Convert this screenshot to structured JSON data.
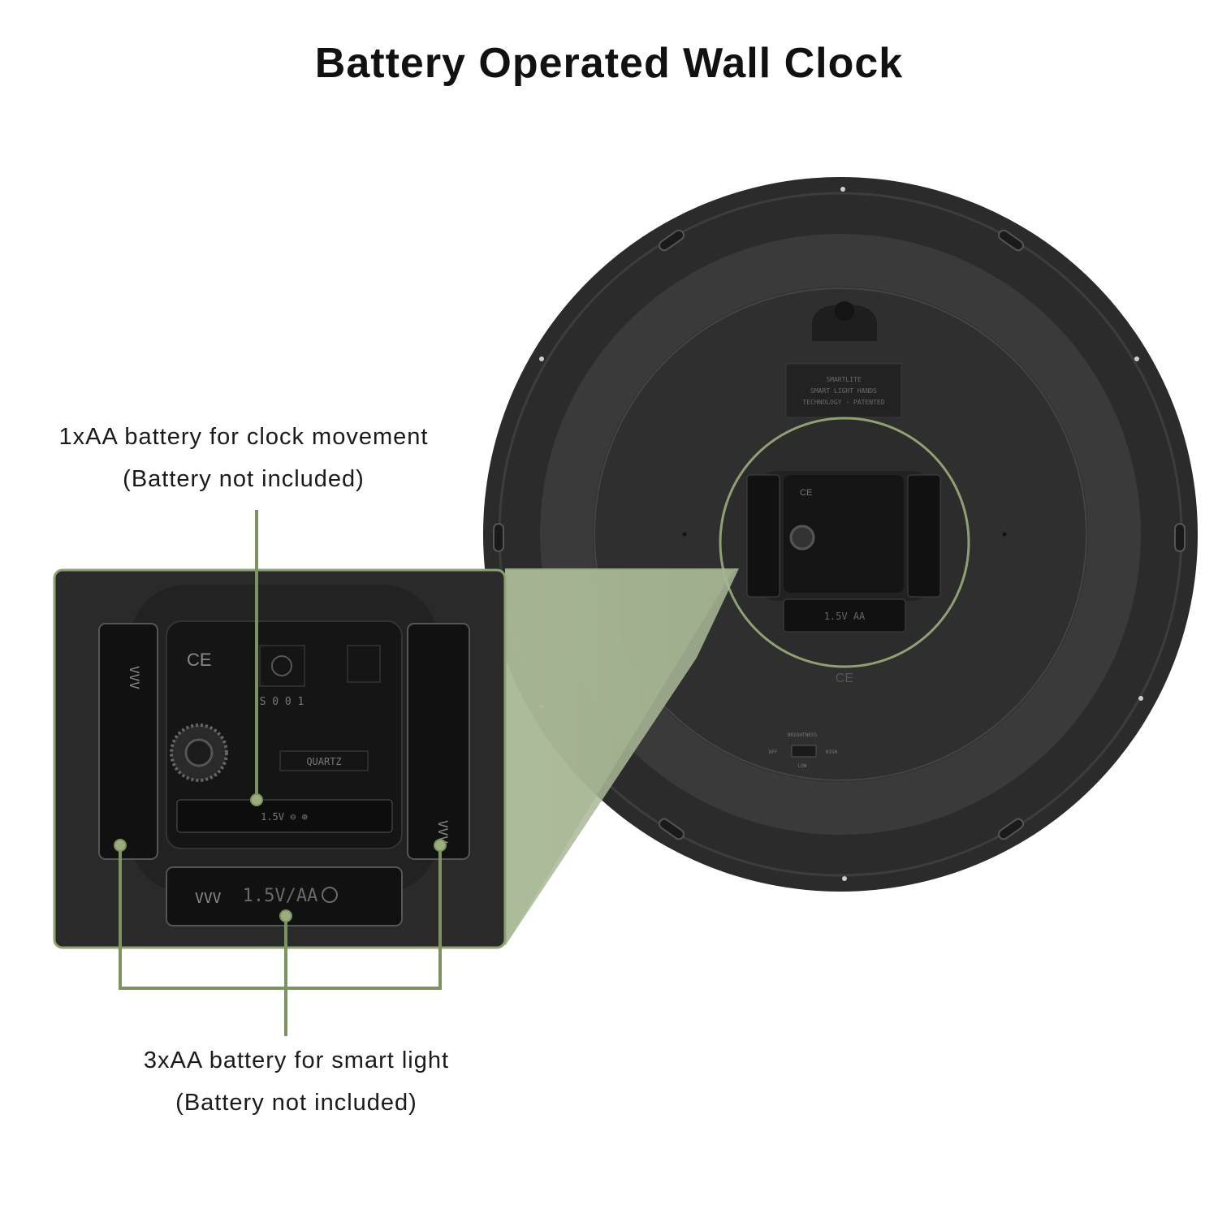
{
  "header": {
    "title": "Battery Operated Wall Clock"
  },
  "callouts": {
    "movement": {
      "line1": "1xAA battery for clock movement",
      "line2": "(Battery not included)"
    },
    "smart_light": {
      "line1": "3xAA battery for smart light",
      "line2": "(Battery not included)"
    }
  },
  "clock_back": {
    "label_lines": [
      "SMARTLITE",
      "SMART LIGHT HANDS",
      "TECHNOLOGY · PATENTED"
    ],
    "switch_label": "BRIGHTNESS",
    "switch_off": "OFF",
    "switch_high": "HIGH",
    "switch_low": "LOW",
    "cert_mark": "CE"
  },
  "movement_box": {
    "ce_mark": "CE",
    "quartz_label": "QUARTZ",
    "serial": "S 0 0 1",
    "battery_label": "1.5V/AA",
    "battery_small_label": "1.5V AA"
  },
  "colors": {
    "accent_green": "#7e9160",
    "panel_dark": "#2a2a2a",
    "clock_dark": "#2e2e2e",
    "highlight_fill": "#a3b38a"
  }
}
